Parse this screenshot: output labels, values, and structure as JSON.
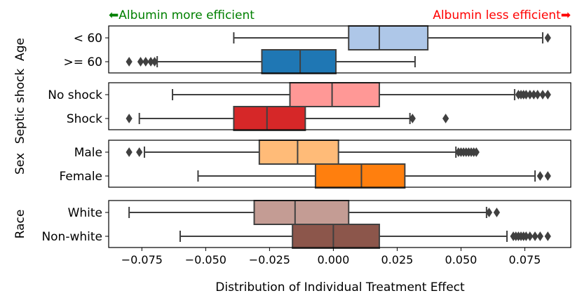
{
  "chart_data": {
    "type": "boxplot",
    "orientation": "horizontal",
    "xlabel": "Distribution of Individual Treatment Effect",
    "xlim": [
      -0.088,
      0.093
    ],
    "xticks": [
      -0.075,
      -0.05,
      -0.025,
      0.0,
      0.025,
      0.05,
      0.075
    ],
    "xtick_labels": [
      "−0.075",
      "−0.050",
      "−0.025",
      "0.000",
      "0.025",
      "0.050",
      "0.075"
    ],
    "grid": false,
    "annotations": {
      "left": {
        "text": "⬅Albumin more efficient",
        "color": "#008000"
      },
      "right": {
        "text": "Albumin less efficient➡",
        "color": "#ff0000"
      }
    },
    "panels": [
      {
        "group_label": "Age",
        "boxes": [
          {
            "label": "< 60",
            "color": "#aec7e8",
            "whisker_low": -0.039,
            "q1": 0.006,
            "median": 0.018,
            "q3": 0.037,
            "whisker_high": 0.082,
            "outliers": [
              0.084
            ]
          },
          {
            "label": ">= 60",
            "color": "#1f77b4",
            "whisker_low": -0.069,
            "q1": -0.028,
            "median": -0.013,
            "q3": 0.001,
            "whisker_high": 0.032,
            "outliers": [
              -0.08,
              -0.0755,
              -0.0735,
              -0.0715,
              -0.07
            ]
          }
        ]
      },
      {
        "group_label": "Septic shock",
        "boxes": [
          {
            "label": "No shock",
            "color": "#ff9896",
            "whisker_low": -0.063,
            "q1": -0.017,
            "median": -0.0005,
            "q3": 0.018,
            "whisker_high": 0.071,
            "outliers": [
              0.0725,
              0.0735,
              0.0745,
              0.0755,
              0.077,
              0.0785,
              0.08,
              0.082,
              0.084
            ]
          },
          {
            "label": "Shock",
            "color": "#d62728",
            "whisker_low": -0.076,
            "q1": -0.039,
            "median": -0.026,
            "q3": -0.011,
            "whisker_high": 0.03,
            "outliers": [
              -0.08,
              0.031,
              0.044
            ]
          }
        ]
      },
      {
        "group_label": "Sex",
        "boxes": [
          {
            "label": "Male",
            "color": "#ffbb78",
            "whisker_low": -0.074,
            "q1": -0.029,
            "median": -0.014,
            "q3": 0.002,
            "whisker_high": 0.048,
            "outliers": [
              -0.08,
              -0.076,
              0.049,
              0.05,
              0.051,
              0.052,
              0.053,
              0.054,
              0.055,
              0.056
            ]
          },
          {
            "label": "Female",
            "color": "#ff7f0e",
            "whisker_low": -0.053,
            "q1": -0.007,
            "median": 0.011,
            "q3": 0.028,
            "whisker_high": 0.079,
            "outliers": [
              0.081,
              0.084
            ]
          }
        ]
      },
      {
        "group_label": "Race",
        "boxes": [
          {
            "label": "White",
            "color": "#c49c94",
            "whisker_low": -0.08,
            "q1": -0.031,
            "median": -0.015,
            "q3": 0.006,
            "whisker_high": 0.06,
            "outliers": [
              0.061,
              0.064
            ]
          },
          {
            "label": "Non-white",
            "color": "#8c564b",
            "whisker_low": -0.06,
            "q1": -0.016,
            "median": 0.0,
            "q3": 0.018,
            "whisker_high": 0.068,
            "outliers": [
              0.0705,
              0.0715,
              0.0725,
              0.0735,
              0.0745,
              0.0755,
              0.077,
              0.079,
              0.081,
              0.084
            ]
          }
        ]
      }
    ]
  }
}
